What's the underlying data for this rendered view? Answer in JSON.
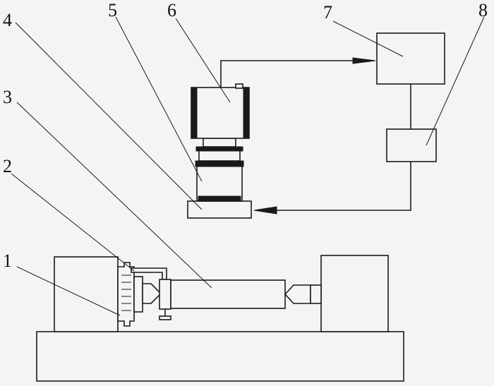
{
  "labels": {
    "l1": "1",
    "l2": "2",
    "l3": "3",
    "l4": "4",
    "l5": "5",
    "l6": "6",
    "l7": "7",
    "l8": "8"
  },
  "colors": {
    "ink": "#1a1a1a",
    "paper": "#f4f4f4"
  }
}
